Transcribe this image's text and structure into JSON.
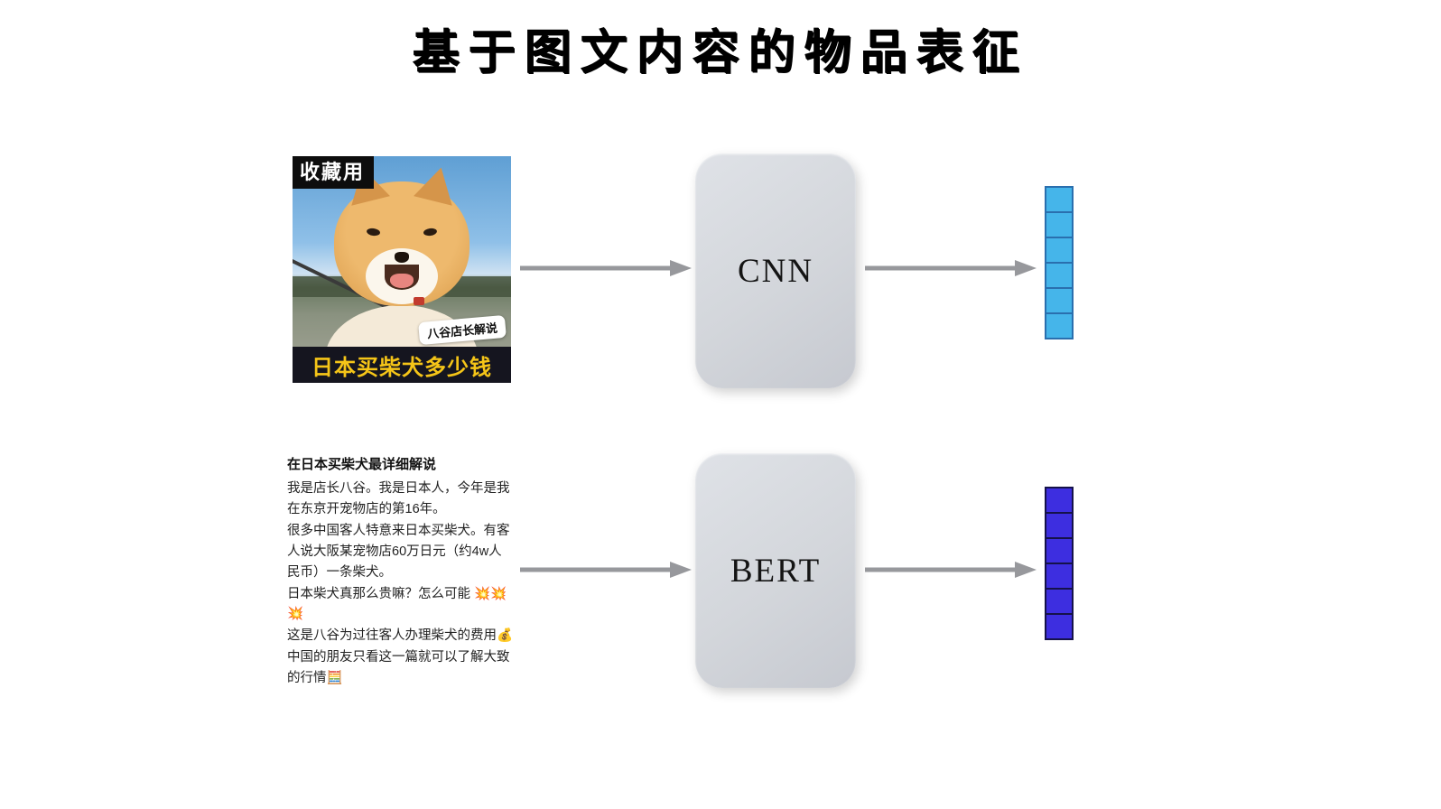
{
  "title": "基于图文内容的物品表征",
  "image_item": {
    "badge": "收藏用",
    "sticker": "八谷店长解说",
    "caption": "日本买柴犬多少钱"
  },
  "text_item": {
    "heading": "在日本买柴犬最详细解说",
    "paragraphs": [
      "我是店长八谷。我是日本人，今年是我在东京开宠物店的第16年。",
      "很多中国客人特意来日本买柴犬。有客人说大阪某宠物店60万日元（约4w人民币）一条柴犬。",
      "日本柴犬真那么贵嘛？怎么可能 💥💥💥",
      "这是八谷为过往客人办理柴犬的费用💰",
      "中国的朋友只看这一篇就可以了解大致的行情🧮"
    ]
  },
  "models": {
    "image_encoder": {
      "label": "CNN"
    },
    "text_encoder": {
      "label": "BERT"
    }
  },
  "vectors": {
    "image_vector": {
      "count": 6,
      "fill": "#45b5ea",
      "border": "#2a6fae"
    },
    "text_vector": {
      "count": 6,
      "fill": "#3d2ee0",
      "border": "#15124a"
    }
  },
  "colors": {
    "arrow": "#97989c",
    "model_box_fill": "#d6d9de",
    "caption_bar_bg": "#15151f",
    "caption_text": "#f5c518"
  }
}
